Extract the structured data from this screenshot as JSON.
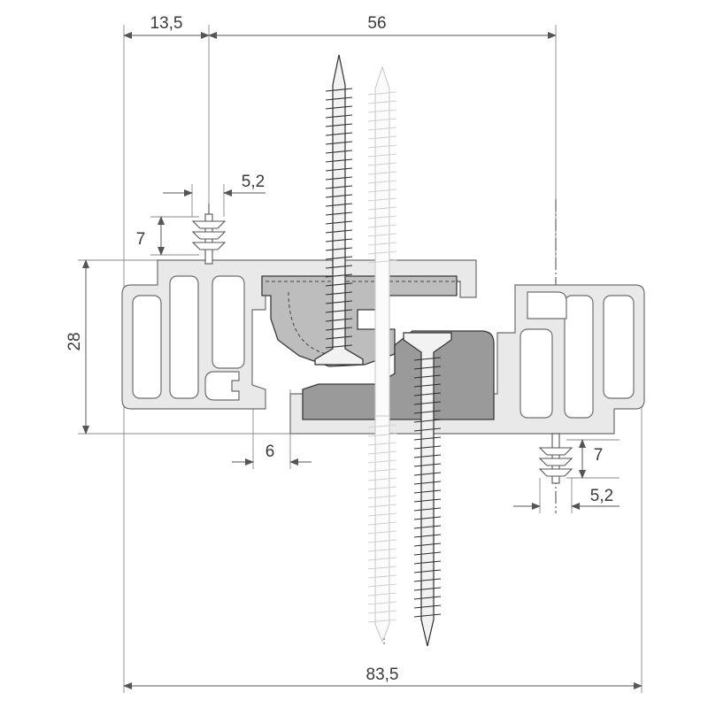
{
  "drawing": {
    "dimensions": {
      "top_left_width": "13,5",
      "top_right_width": "56",
      "seal_width_left": "5,2",
      "seal_height_left": "7",
      "profile_height": "28",
      "offset_bottom": "6",
      "seal_height_right": "7",
      "seal_width_right": "5,2",
      "overall_width": "83,5"
    },
    "colors": {
      "profile_fill": "#e9e9e9",
      "clip_fill": "#bdbdbd",
      "screw_fill": "#f2f2f2",
      "ghost_screw": "#cfcfcf",
      "dimension_line": "#555555"
    }
  }
}
